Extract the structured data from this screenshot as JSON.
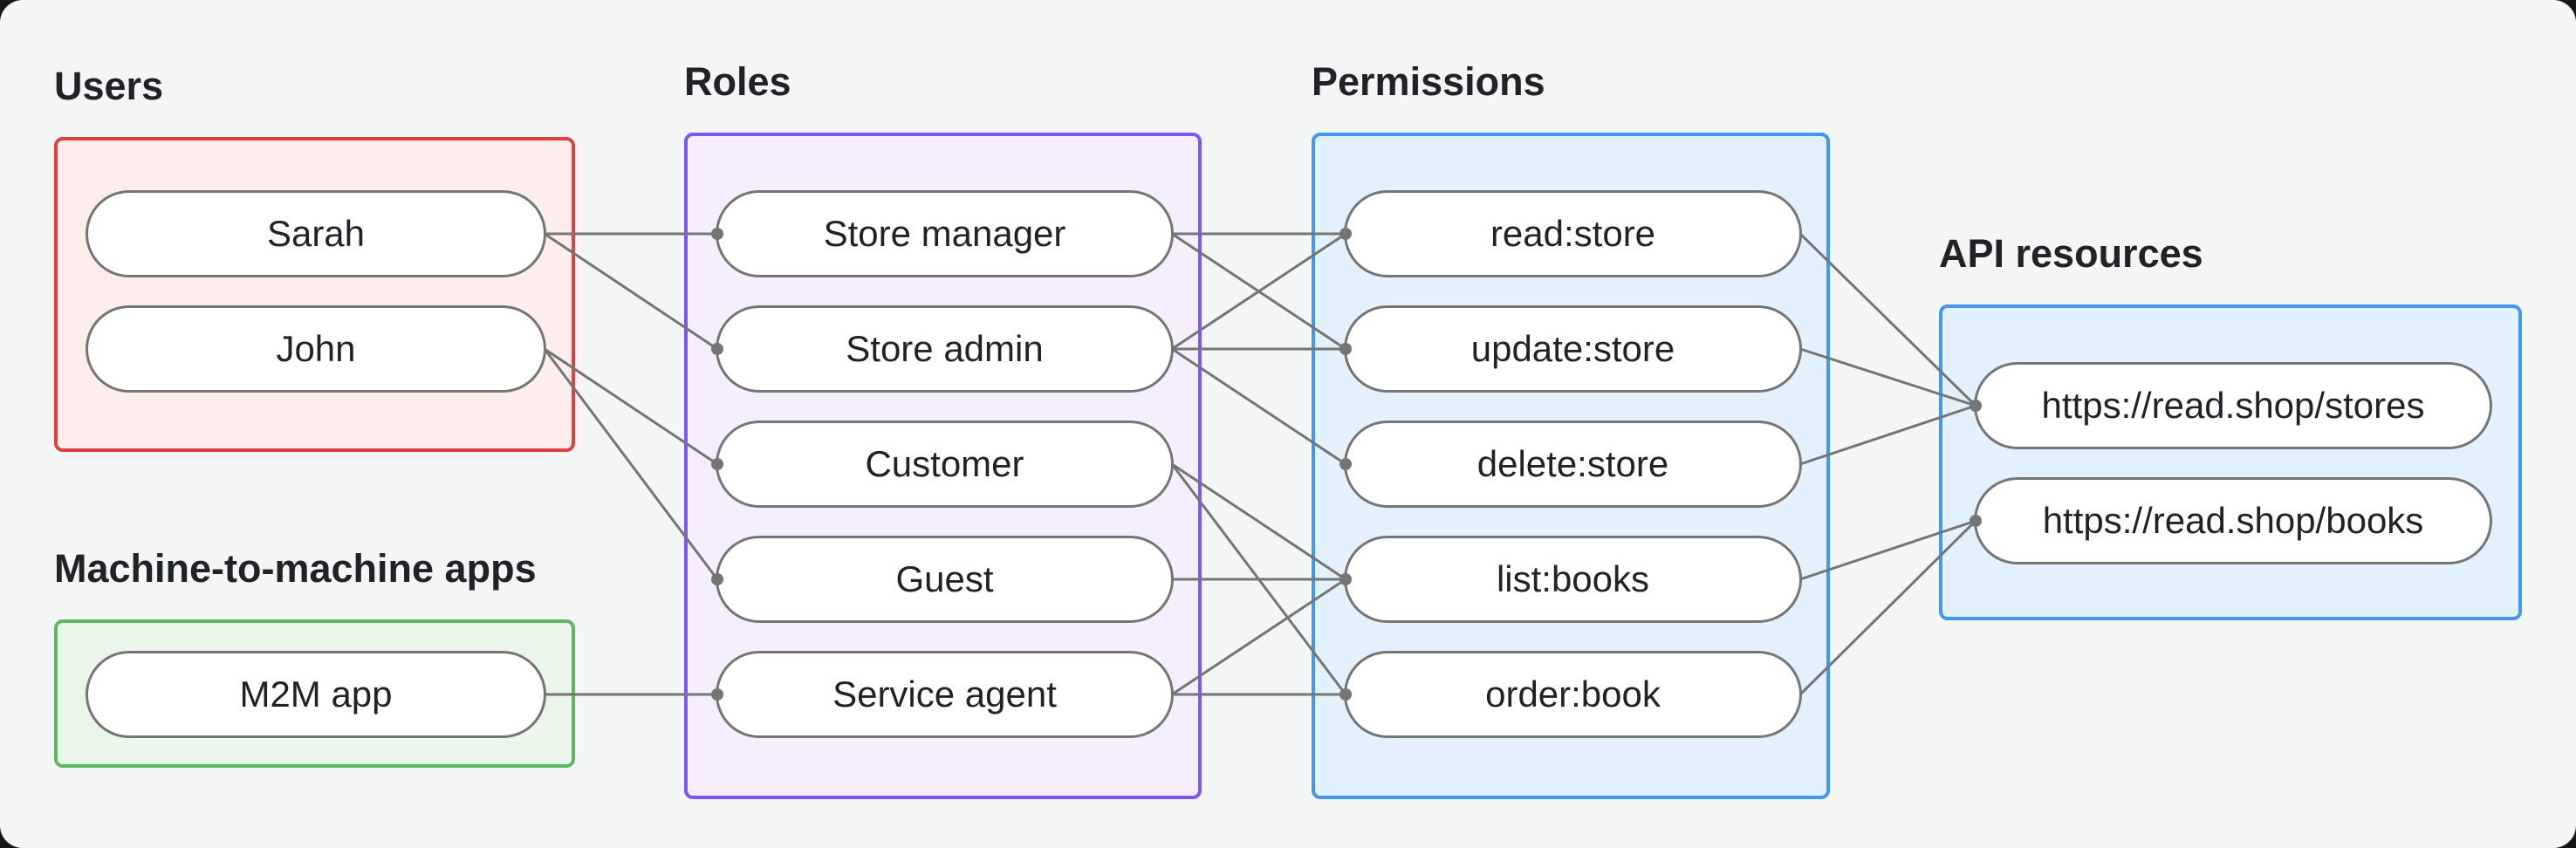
{
  "diagram": {
    "background": "#f4f6f5",
    "page_behind": "#161616",
    "line_color": "#757575",
    "node_border_color": "#757575",
    "node_fill": "#ffffff",
    "text_color": "#1f2328"
  },
  "sections": {
    "users": {
      "label": "Users",
      "border": "#e0403f",
      "fill": "#fdeeed"
    },
    "m2m": {
      "label": "Machine-to-machine apps",
      "border": "#5eb75e",
      "fill": "#e9f6e9"
    },
    "roles": {
      "label": "Roles",
      "border": "#7c56f6",
      "fill": "#f4eefe"
    },
    "permissions": {
      "label": "Permissions",
      "border": "#4397f2",
      "fill": "#e3f1fd"
    },
    "api": {
      "label": "API resources",
      "border": "#4397f2",
      "fill": "#e3f1fd"
    }
  },
  "nodes": {
    "sarah": {
      "label": "Sarah"
    },
    "john": {
      "label": "John"
    },
    "m2m_app": {
      "label": "M2M app"
    },
    "store_manager": {
      "label": "Store manager"
    },
    "store_admin": {
      "label": "Store admin"
    },
    "customer": {
      "label": "Customer"
    },
    "guest": {
      "label": "Guest"
    },
    "service_agent": {
      "label": "Service agent"
    },
    "read_store": {
      "label": "read:store"
    },
    "update_store": {
      "label": "update:store"
    },
    "delete_store": {
      "label": "delete:store"
    },
    "list_books": {
      "label": "list:books"
    },
    "order_book": {
      "label": "order:book"
    },
    "api_stores": {
      "label": "https://read.shop/stores"
    },
    "api_books": {
      "label": "https://read.shop/books"
    }
  },
  "edges": [
    {
      "from": "sarah",
      "to": "store_manager"
    },
    {
      "from": "sarah",
      "to": "store_admin"
    },
    {
      "from": "john",
      "to": "customer"
    },
    {
      "from": "john",
      "to": "guest"
    },
    {
      "from": "m2m_app",
      "to": "service_agent"
    },
    {
      "from": "store_manager",
      "to": "read_store"
    },
    {
      "from": "store_manager",
      "to": "update_store"
    },
    {
      "from": "store_admin",
      "to": "read_store"
    },
    {
      "from": "store_admin",
      "to": "update_store"
    },
    {
      "from": "store_admin",
      "to": "delete_store"
    },
    {
      "from": "customer",
      "to": "list_books"
    },
    {
      "from": "customer",
      "to": "order_book"
    },
    {
      "from": "guest",
      "to": "list_books"
    },
    {
      "from": "service_agent",
      "to": "list_books"
    },
    {
      "from": "service_agent",
      "to": "order_book"
    },
    {
      "from": "read_store",
      "to": "api_stores"
    },
    {
      "from": "update_store",
      "to": "api_stores"
    },
    {
      "from": "delete_store",
      "to": "api_stores"
    },
    {
      "from": "list_books",
      "to": "api_books"
    },
    {
      "from": "order_book",
      "to": "api_books"
    }
  ]
}
